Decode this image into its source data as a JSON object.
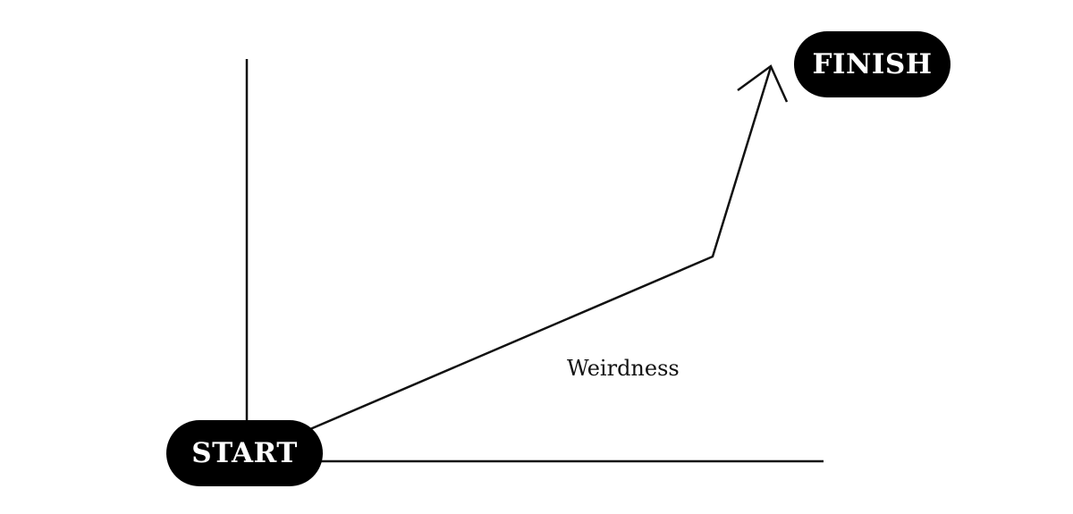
{
  "diagram": {
    "start_label": "START",
    "finish_label": "FINISH",
    "path_label": "Weirdness"
  },
  "colors": {
    "stroke": "#111111",
    "pill_fill": "#000000",
    "pill_text": "#ffffff",
    "background": "#ffffff"
  }
}
